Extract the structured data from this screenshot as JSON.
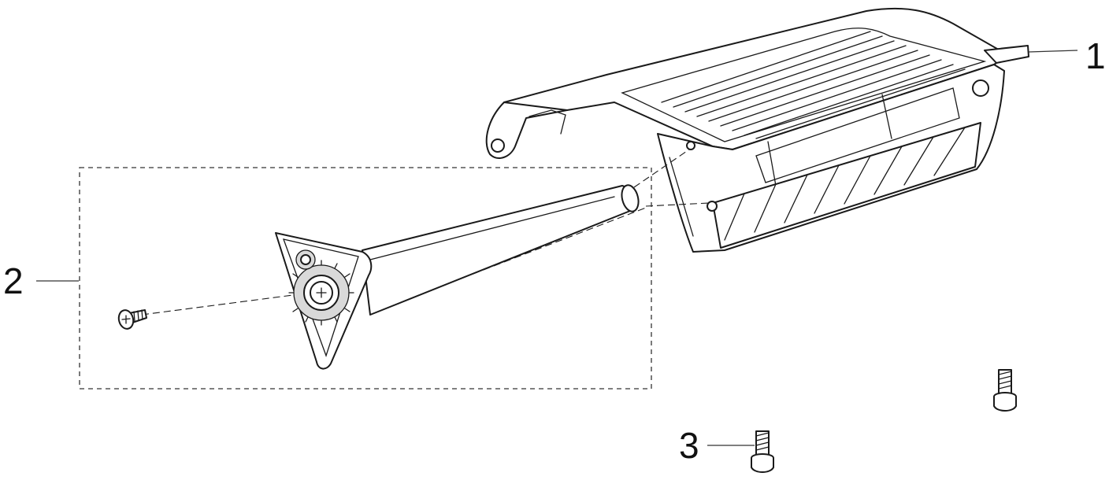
{
  "callouts": [
    {
      "number": "1"
    },
    {
      "number": "2"
    },
    {
      "number": "3"
    }
  ],
  "colors": {
    "line": "#1a1a1a",
    "background": "#ffffff"
  }
}
